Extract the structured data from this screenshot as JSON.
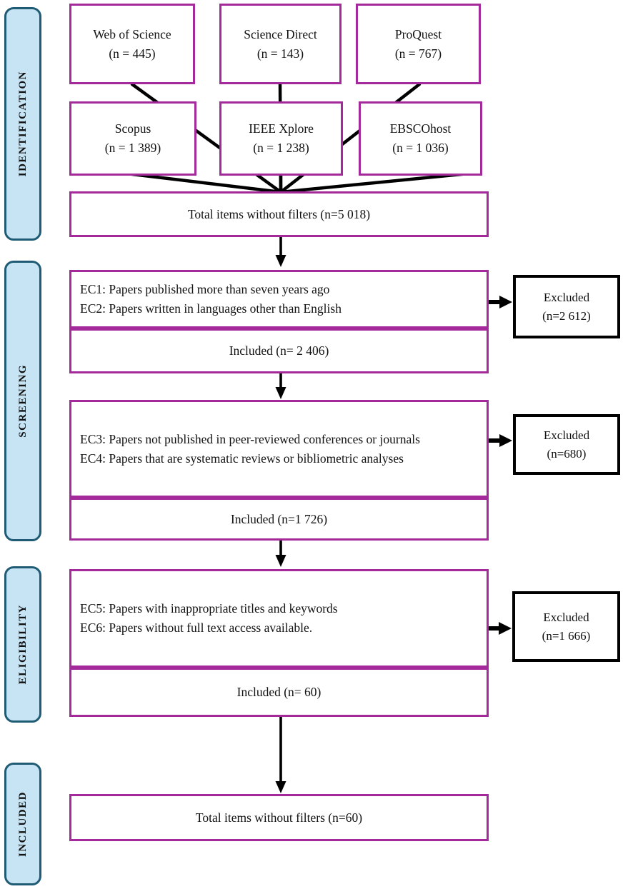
{
  "sidebar": {
    "stages": [
      {
        "label": "IDENTIFICATION"
      },
      {
        "label": "SCREENING"
      },
      {
        "label": "ELIGIBILITY"
      },
      {
        "label": "INCLUDED"
      }
    ]
  },
  "databases": [
    {
      "name": "Web of Science",
      "count": "(n = 445)"
    },
    {
      "name": "Science Direct",
      "count": "(n = 143)"
    },
    {
      "name": "ProQuest",
      "count": "(n = 767)"
    },
    {
      "name": "Scopus",
      "count": "(n = 1 389)"
    },
    {
      "name": "IEEE Xplore",
      "count": "(n = 1 238)"
    },
    {
      "name": "EBSCOhost",
      "count": "(n = 1 036)"
    }
  ],
  "flow": {
    "total_without_filters": "Total items without filters (n=5 018)",
    "final_total": "Total items without filters (n=60)"
  },
  "screening_steps": [
    {
      "criteria_line1": "EC1: Papers published more than seven years ago",
      "criteria_line2": "EC2: Papers written in languages other than English",
      "included": "Included (n= 2 406)",
      "excluded_label": "Excluded",
      "excluded_count": "(n=2 612)"
    },
    {
      "criteria_line1": "EC3: Papers not published in peer-reviewed conferences or journals",
      "criteria_line2": "EC4: Papers that are systematic reviews or bibliometric analyses",
      "included": "Included (n=1 726)",
      "excluded_label": "Excluded",
      "excluded_count": "(n=680)"
    },
    {
      "criteria_line1": "EC5: Papers with inappropriate titles and keywords",
      "criteria_line2": "EC6: Papers without full text access available.",
      "included": "Included (n= 60)",
      "excluded_label": "Excluded",
      "excluded_count": "(n=1 666)"
    }
  ],
  "colors": {
    "node_border": "#A42A9C",
    "stage_fill": "#C7E4F4",
    "stage_border": "#1F5B74",
    "connector": "#000000"
  }
}
